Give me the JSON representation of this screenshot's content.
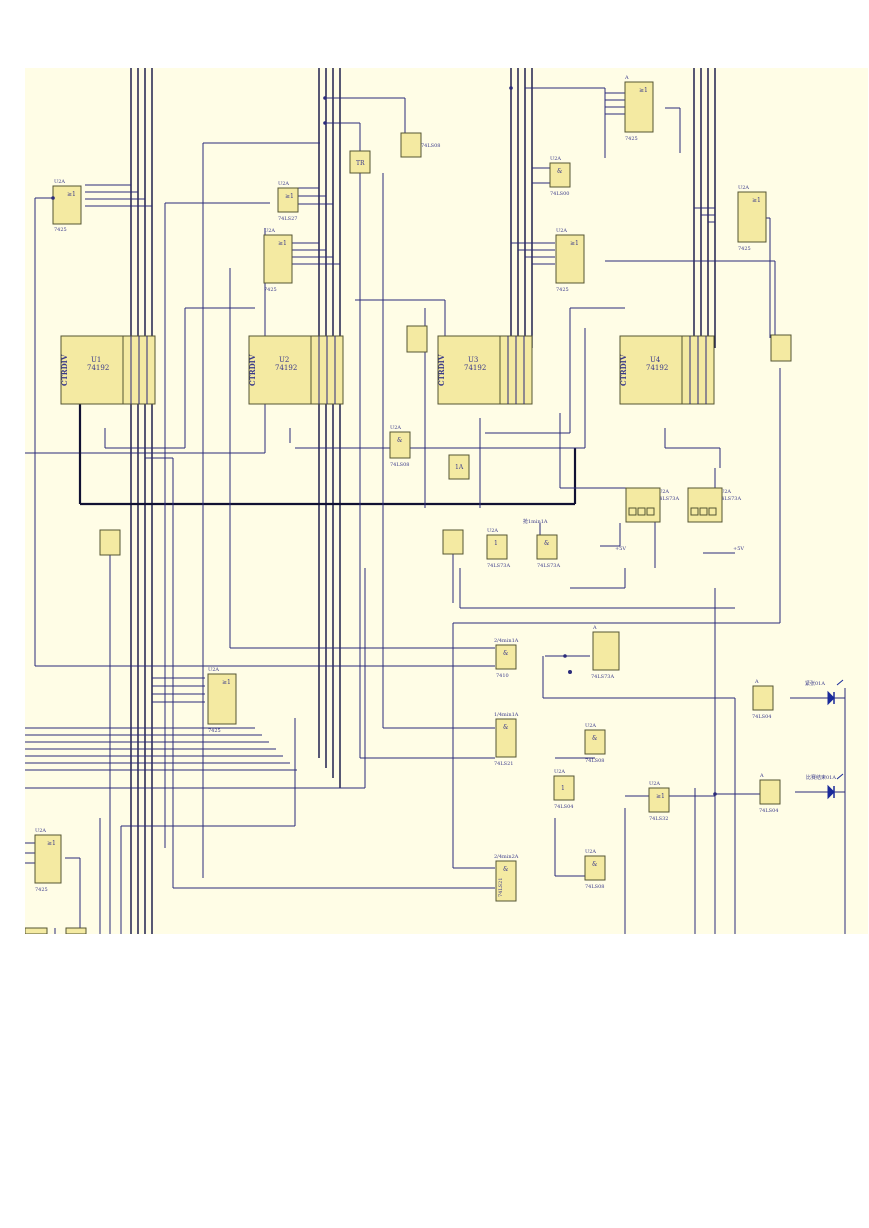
{
  "schematic": {
    "counters": [
      {
        "ref": "U1",
        "part": "74192",
        "side": "CTRDIV"
      },
      {
        "ref": "U2",
        "part": "74192",
        "side": "CTRDIV"
      },
      {
        "ref": "U3",
        "part": "74192",
        "side": "CTRDIV"
      },
      {
        "ref": "U4",
        "part": "74192",
        "side": "CTRDIV"
      }
    ],
    "gates": [
      {
        "ref": "U2A",
        "part": "7425",
        "sym": "≥1"
      },
      {
        "ref": "U2A",
        "part": "74LS27",
        "sym": "≥1"
      },
      {
        "ref": "U2A",
        "part": "7425",
        "sym": "≥1"
      },
      {
        "ref": "U2A",
        "part": "7425",
        "sym": "≥1"
      },
      {
        "ref": "U2A",
        "part": "74LS00",
        "sym": "&"
      },
      {
        "ref": "A",
        "part": "7425",
        "sym": "≥1"
      },
      {
        "ref": "U2A",
        "part": "7425",
        "sym": "≥1"
      },
      {
        "ref": "U2A",
        "part": "7425",
        "sym": "≥1"
      },
      {
        "ref": "U2A",
        "part": "7425",
        "sym": "≥1"
      },
      {
        "ref": "U2A",
        "part": "74LS08",
        "sym": "&"
      },
      {
        "ref": "U2A",
        "part": "74LS73A",
        "sym": "1"
      },
      {
        "ref": "抢1min1A",
        "part": "74LS73A",
        "sym": "&"
      },
      {
        "ref": "2/4min1A",
        "part": "7410",
        "sym": "&"
      },
      {
        "ref": "1/4min1A",
        "part": "74LS21",
        "sym": "&"
      },
      {
        "ref": "U2A",
        "part": "74LS08",
        "sym": "&"
      },
      {
        "ref": "U2A",
        "part": "74LS04",
        "sym": "1"
      },
      {
        "ref": "U2A",
        "part": "74LS32",
        "sym": "≥1"
      },
      {
        "ref": "U2A",
        "part": "74LS08",
        "sym": "&"
      },
      {
        "ref": "2/4min2A",
        "part": "74LS21",
        "sym": "&"
      }
    ],
    "flipflops": [
      {
        "ref": "U2A",
        "part": "74LS73A"
      },
      {
        "ref": "U2A",
        "part": "74LS73A"
      },
      {
        "ref": "A",
        "part": "74LS73A"
      }
    ],
    "inverters": [
      {
        "ref": "A",
        "part": "74LS04",
        "label": "紧张01A"
      },
      {
        "ref": "A",
        "part": "74LS04",
        "label": "比赛结束01A"
      }
    ],
    "small_labels": {
      "u2a_74ls08_top": "74LS08",
      "vcc_a": "+5V",
      "vcc_b": "+5V",
      "ab_label": "A",
      "tr_label": "TR",
      "sw": "1A"
    }
  },
  "colors": {
    "background": "#fffde6",
    "chip_fill": "#f4eaa2",
    "wire": "#2b2b7a",
    "text": "#3a3a8a",
    "led": "#1a2a9a"
  }
}
